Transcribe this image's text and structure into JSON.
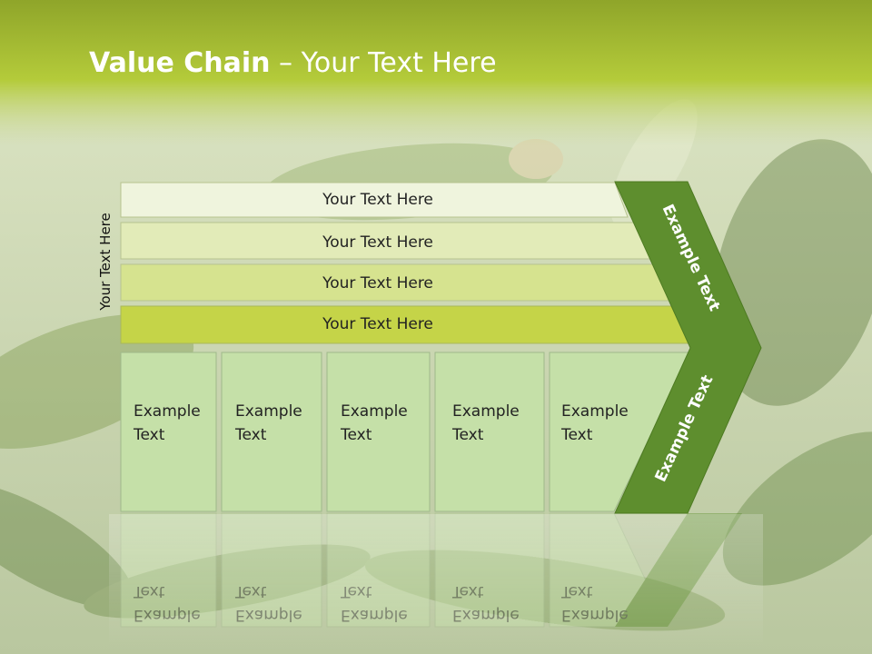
{
  "slide": {
    "title_bold": "Value Chain",
    "title_rest": " – Your Text Here",
    "side_label": "Your Text Here"
  },
  "rows": [
    {
      "label": "Your Text Here",
      "color": "#eff4dd"
    },
    {
      "label": "Your Text Here",
      "color": "#e2ebb8"
    },
    {
      "label": "Your Text Here",
      "color": "#d6e38f"
    },
    {
      "label": "Your Text Here",
      "color": "#c5d448"
    }
  ],
  "boxes": [
    {
      "line1": "Example",
      "line2": "Text"
    },
    {
      "line1": "Example",
      "line2": "Text"
    },
    {
      "line1": "Example",
      "line2": "Text"
    },
    {
      "line1": "Example",
      "line2": "Text"
    },
    {
      "line1": "Example",
      "line2": "Text"
    }
  ],
  "chevron": {
    "upper_label": "Example Text",
    "lower_label": "Example Text",
    "color": "#5e8e2e"
  },
  "colors": {
    "header_green": "#a9c22e",
    "box_green": "#c5e0a8",
    "box_border": "#9fb98a"
  }
}
